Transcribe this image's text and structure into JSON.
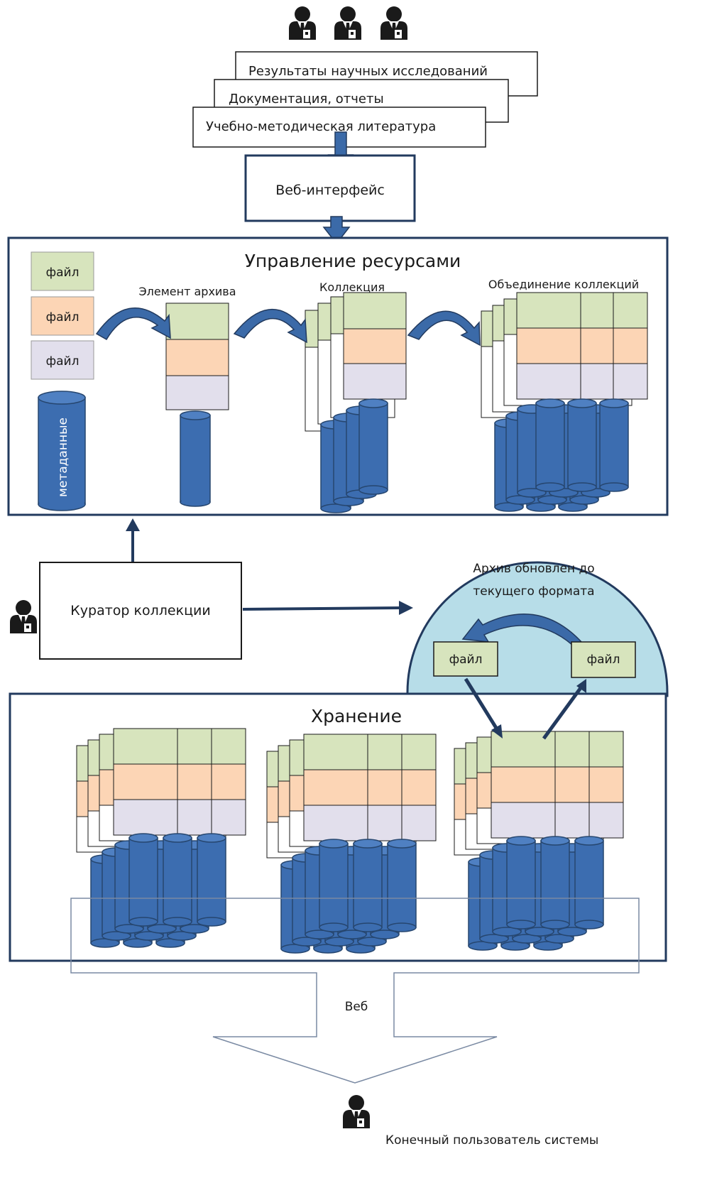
{
  "doc_stack": [
    "Результаты научных исследований",
    "Документация, отчеты",
    "Учебно-методическая литература"
  ],
  "web_interface": "Веб-интерфейс",
  "management": {
    "title": "Управление ресурсами",
    "file_label": "файл",
    "metadata_label": "метаданные",
    "archive_element": "Элемент архива",
    "collection": "Коллекция",
    "collections_union": "Объединение коллекций"
  },
  "curator": "Куратор коллекции",
  "migration": {
    "text_line1": "Архив обновлен до",
    "text_line2": "текущего формата",
    "file_left": "файл",
    "file_right": "файл"
  },
  "storage": {
    "title": "Хранение"
  },
  "web": "Веб",
  "end_user": "Конечный пользователь системы",
  "colors": {
    "green": "#d7e4bd",
    "orange": "#fcd5b5",
    "lavender": "#e2dfec",
    "cylinder": "#3c6db0",
    "cylinder_edge": "#26466f",
    "frame": "#223a5e",
    "arrow": "#3b6aa8",
    "circle": "#b7dde8",
    "file_box": "#d7e4bd"
  },
  "icons": [
    "person-icon",
    "curved-arrow-icon",
    "database-cylinder-icon"
  ]
}
